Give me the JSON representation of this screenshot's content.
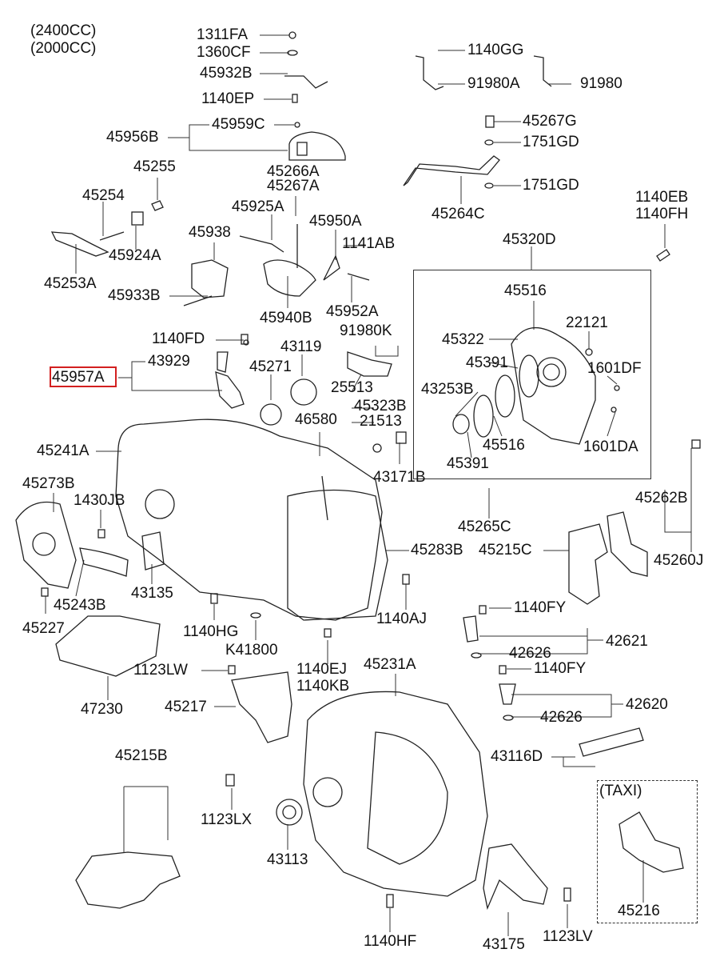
{
  "variants": [
    "(2400CC)",
    "(2000CC)"
  ],
  "taxi_label": "(TAXI)",
  "highlighted_part": "45957A",
  "parts": [
    "1311FA",
    "1360CF",
    "45932B",
    "1140EP",
    "45959C",
    "45956B",
    "45266A",
    "45267A",
    "45255",
    "45254",
    "45924A",
    "45253A",
    "45938",
    "45933B",
    "45925A",
    "45950A",
    "1141AB",
    "45940B",
    "45952A",
    "1140GG",
    "91980A",
    "91980",
    "45267G",
    "1751GD",
    "1751GD",
    "45264C",
    "1140EB",
    "1140FH",
    "45320D",
    "45516",
    "22121",
    "45322",
    "1601DF",
    "45391",
    "43253B",
    "45516",
    "45391",
    "1601DA",
    "1140FD",
    "43929",
    "45957A",
    "43119",
    "45271",
    "91980K",
    "25513",
    "45323B",
    "21513",
    "46580",
    "45241A",
    "43171B",
    "45273B",
    "1430JB",
    "45262B",
    "45265C",
    "45283B",
    "45215C",
    "45260J",
    "45243B",
    "43135",
    "45227",
    "1140HG",
    "K41800",
    "1140AJ",
    "1140FY",
    "42621",
    "42626",
    "1140FY",
    "42620",
    "42626",
    "1123LW",
    "1140EJ",
    "1140KB",
    "45231A",
    "45217",
    "47230",
    "45215B",
    "1123LX",
    "43113",
    "43116D",
    "45216",
    "1140HF",
    "43175",
    "1123LV"
  ]
}
